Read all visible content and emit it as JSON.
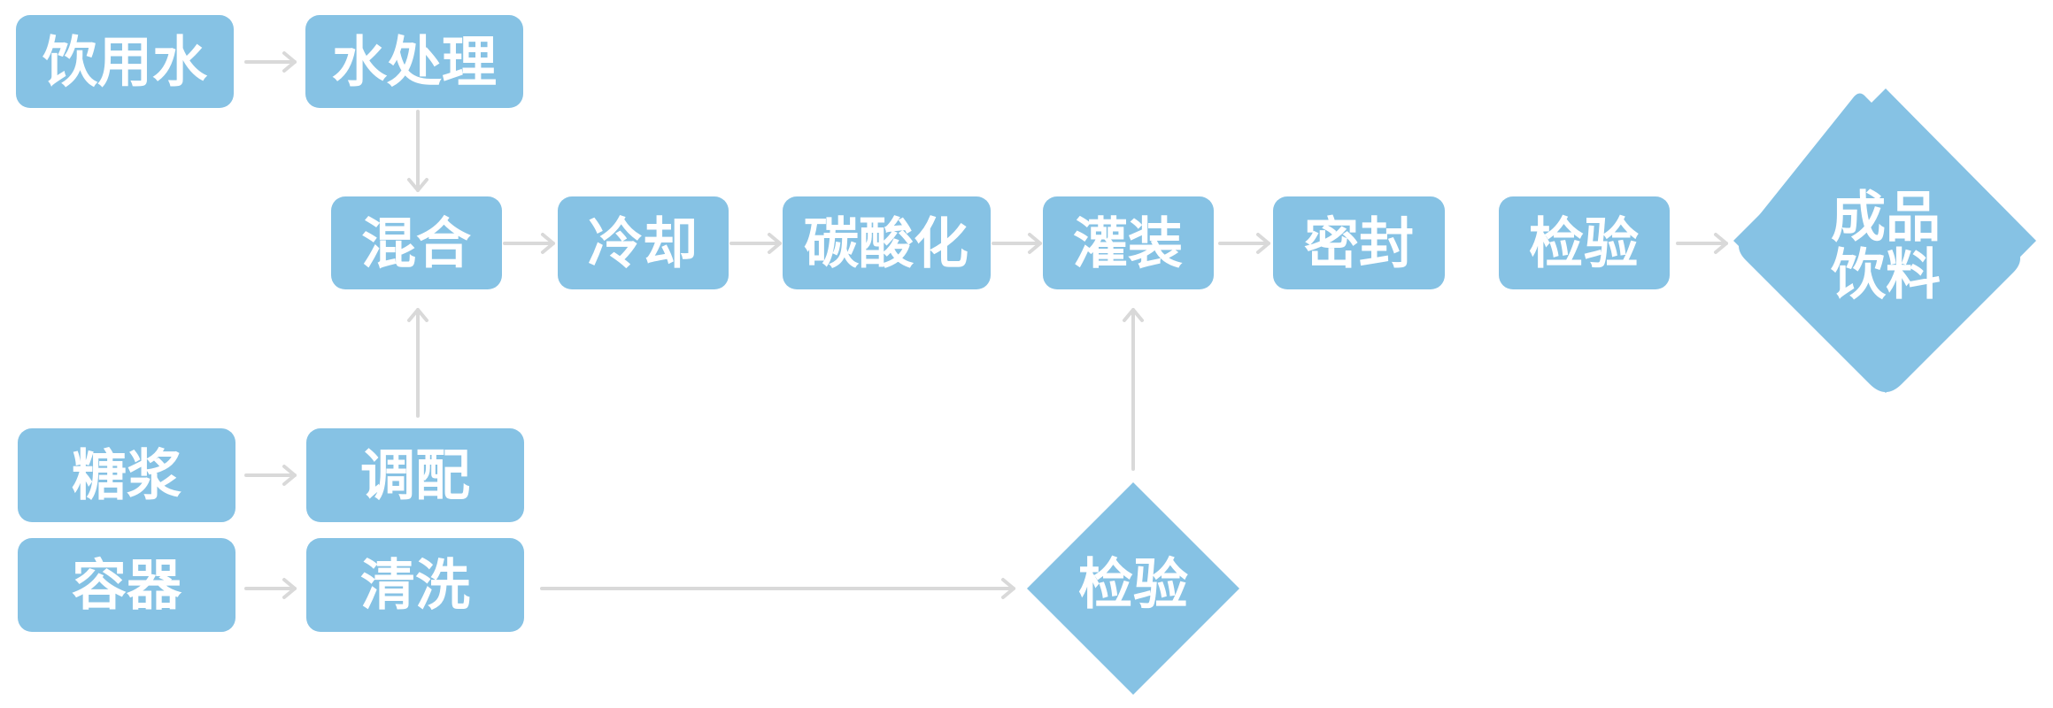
{
  "nodes": {
    "drinking_water": "饮用水",
    "water_treatment": "水处理",
    "mixing": "混合",
    "cooling": "冷却",
    "carbonation": "碳酸化",
    "filling": "灌装",
    "sealing": "密封",
    "inspection_final": "检验",
    "finished_line1": "成品",
    "finished_line2": "饮料",
    "syrup": "糖浆",
    "blending": "调配",
    "container": "容器",
    "cleaning": "清洗",
    "inspection_container": "检验"
  },
  "colors": {
    "node_fill": "#86c2e4",
    "node_text": "#ffffff",
    "arrow": "#d9d9d9"
  }
}
